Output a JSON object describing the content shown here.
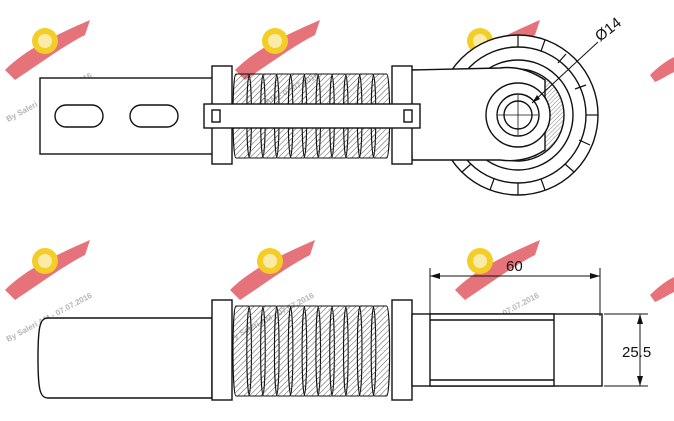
{
  "dimensions": {
    "diameter": "Ø14",
    "width": "60",
    "height": "25.5"
  },
  "watermark": {
    "text": "By Saleri AM - 07.07.2016",
    "color": "#d8303a"
  },
  "colors": {
    "line": "#111111",
    "hatch": "#444444",
    "spring_fill": "#d9d9d9"
  }
}
